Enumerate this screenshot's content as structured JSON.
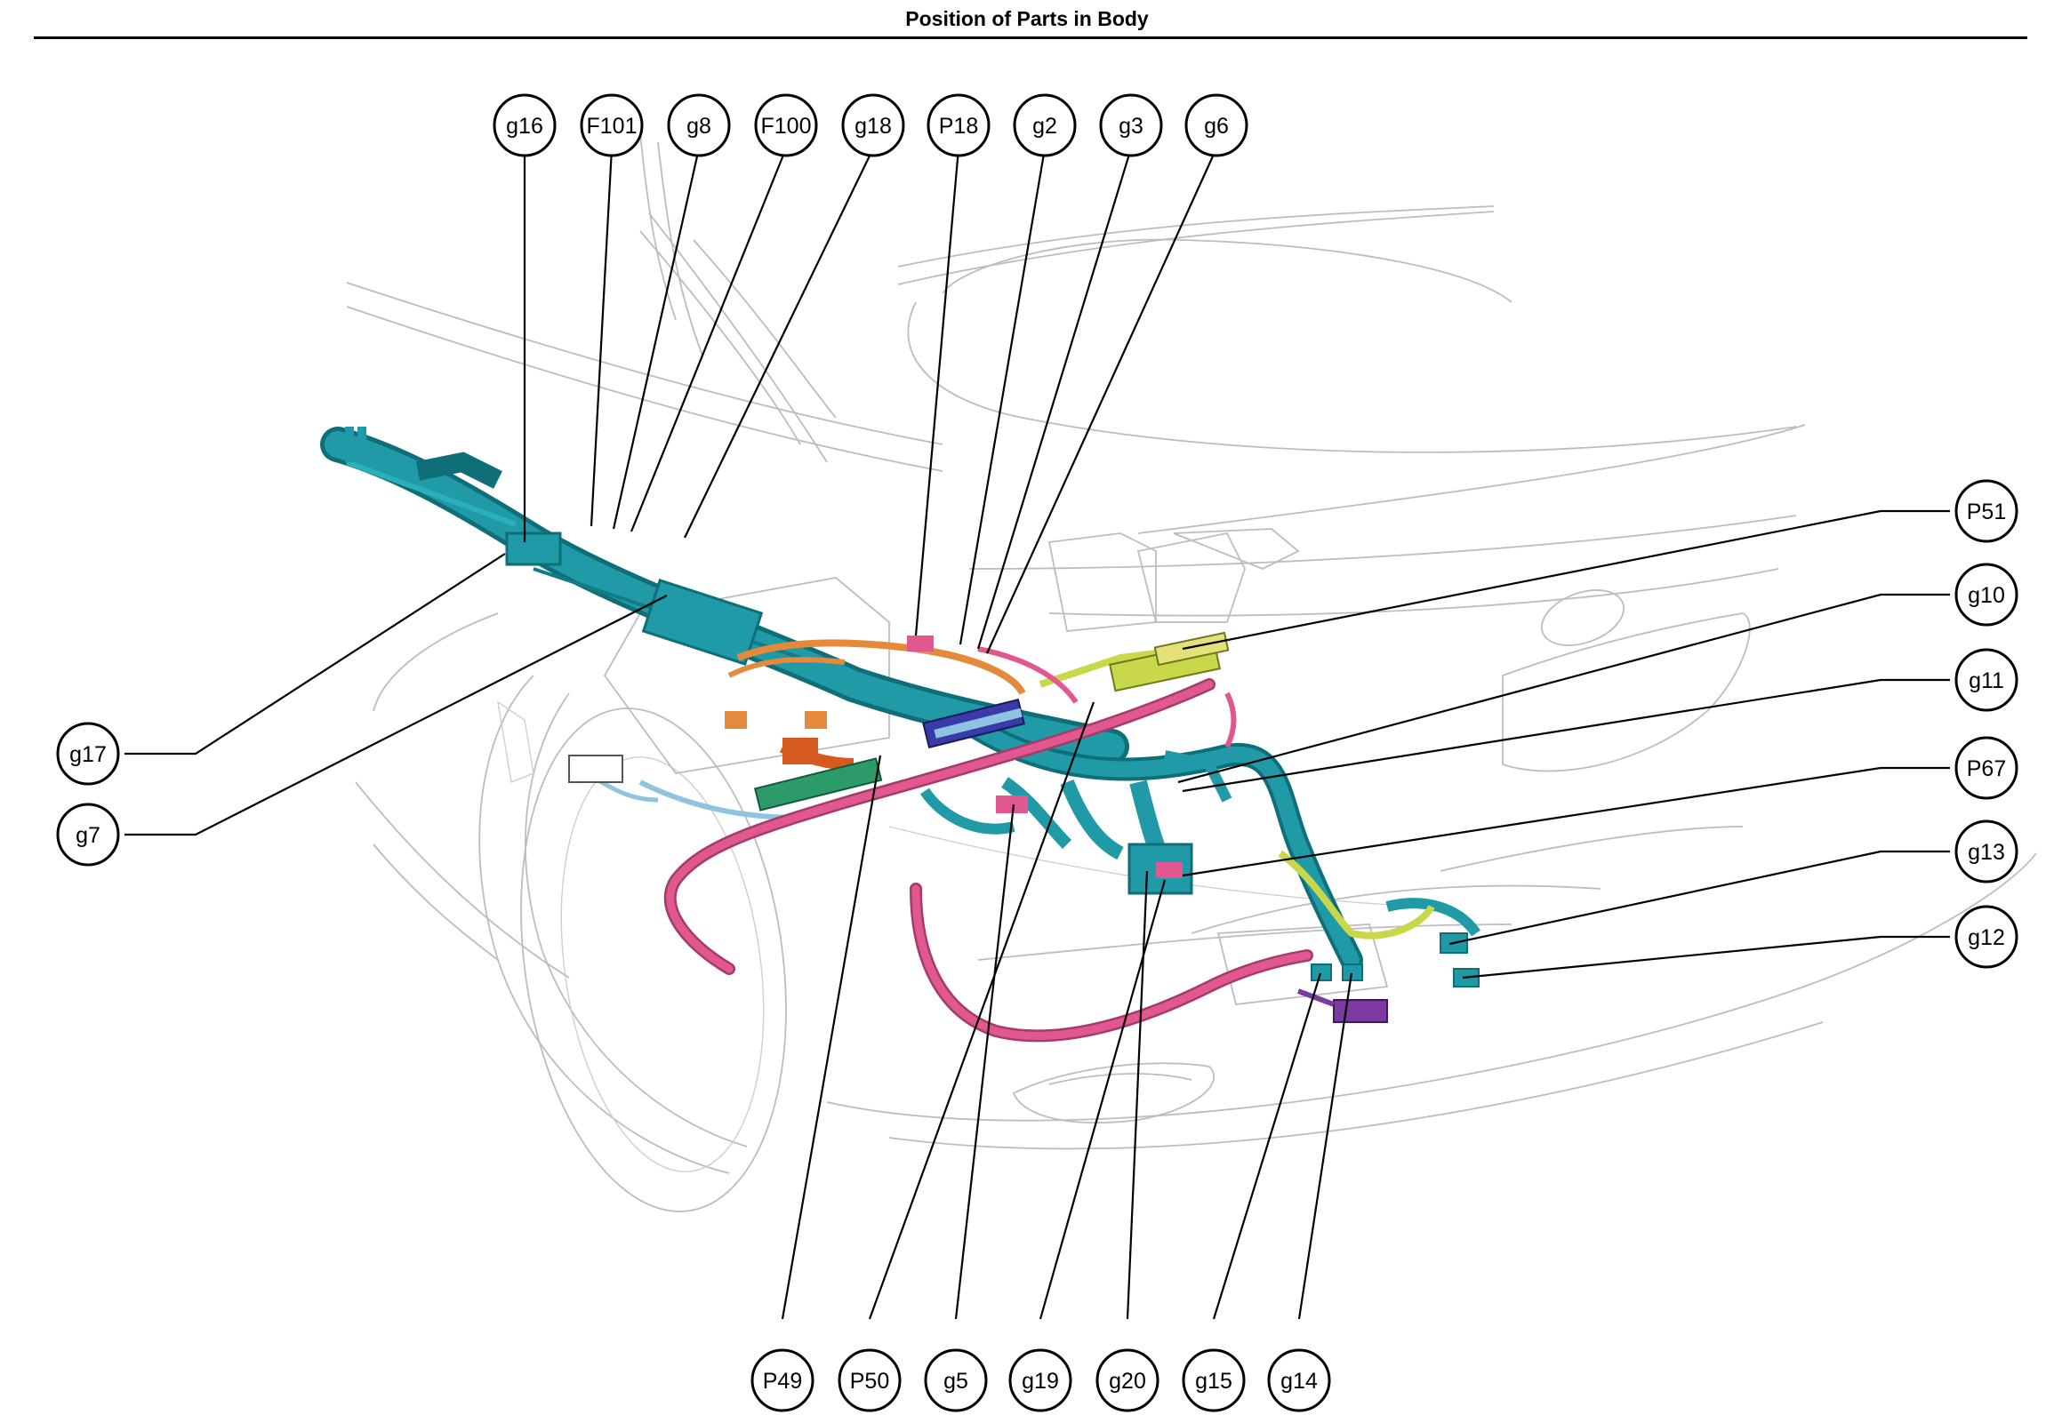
{
  "title": "Position of Parts in Body",
  "colors": {
    "harness_main": "#1f9aa6",
    "harness_dark": "#0f6f78",
    "harness_pink": "#e0588f",
    "harness_orange": "#e58a3a",
    "harness_yellow": "#c8d84a",
    "harness_purple": "#7a3aa0",
    "harness_lightblue": "#8fc4e0",
    "body_outline": "#bdbdbd"
  },
  "callouts": {
    "top": [
      "g16",
      "F101",
      "g8",
      "F100",
      "g18",
      "P18",
      "g2",
      "g3",
      "g6"
    ],
    "left": [
      "g17",
      "g7"
    ],
    "right": [
      "P51",
      "g10",
      "g11",
      "P67",
      "g13",
      "g12"
    ],
    "bottom": [
      "P49",
      "P50",
      "g5",
      "g19",
      "g20",
      "g15",
      "g14"
    ]
  }
}
